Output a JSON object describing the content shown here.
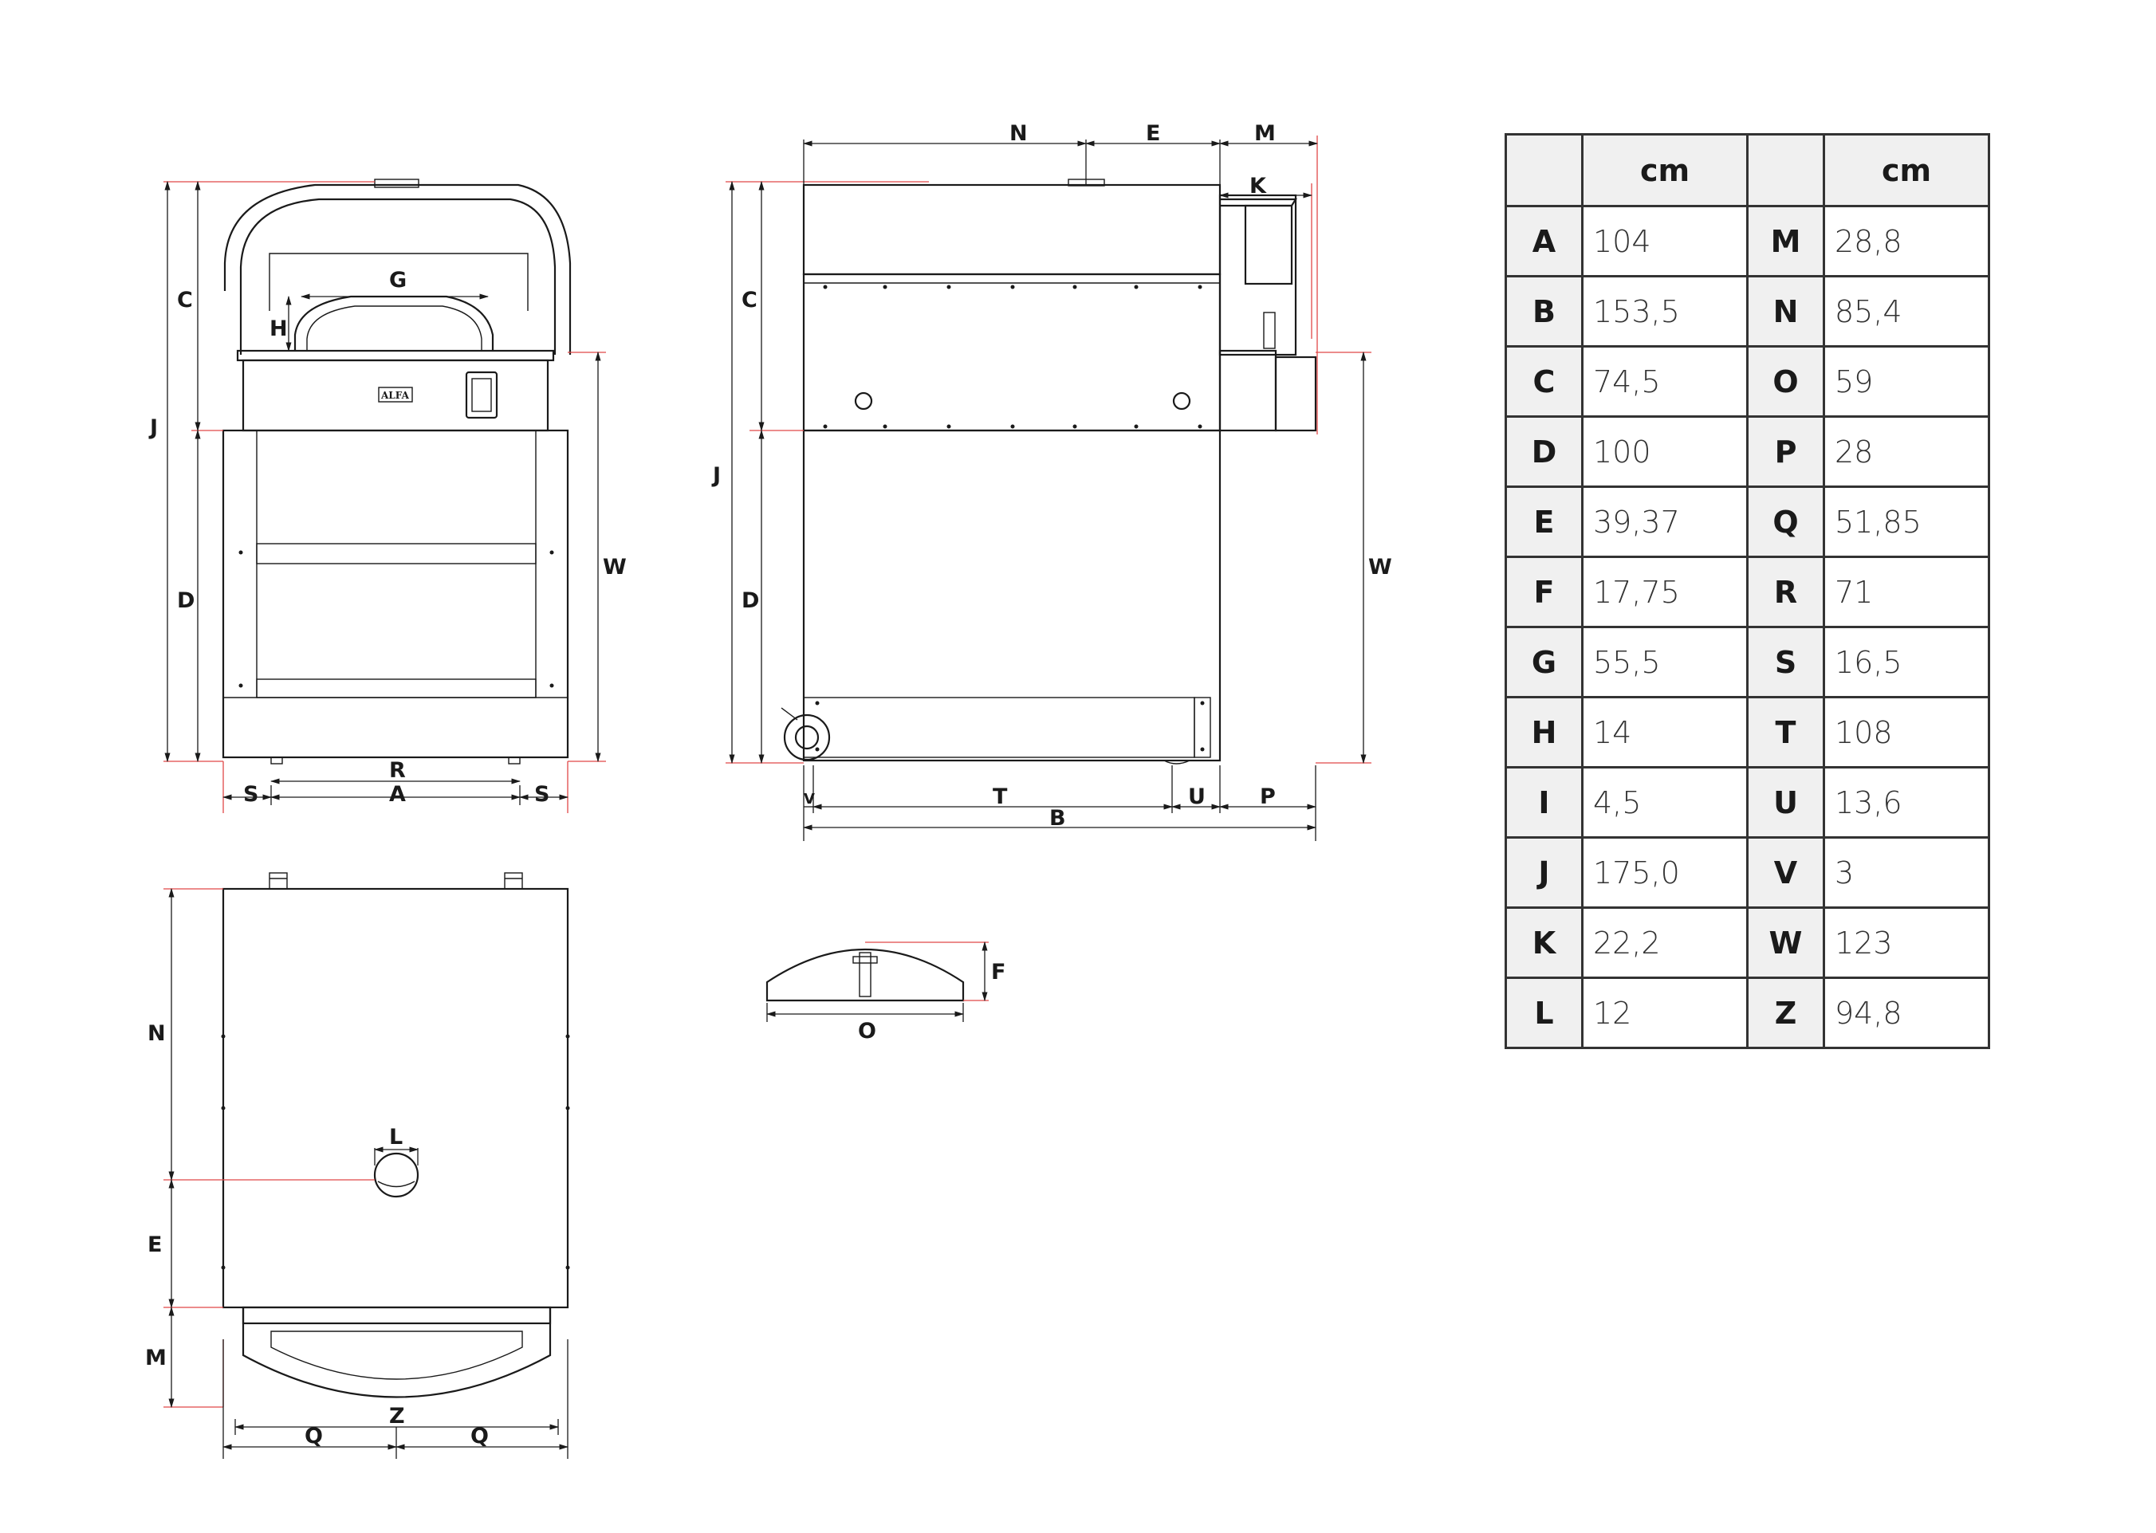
{
  "labels": {
    "A": "A",
    "B": "B",
    "C": "C",
    "D": "D",
    "E": "E",
    "F": "F",
    "G": "G",
    "H": "H",
    "J": "J",
    "K": "K",
    "L": "L",
    "M": "M",
    "N": "N",
    "O": "O",
    "P": "P",
    "Q": "Q",
    "R": "R",
    "S": "S",
    "T": "T",
    "U": "U",
    "V": "V",
    "W": "W",
    "Z": "Z"
  },
  "logo_text": "ALFA",
  "table": {
    "unit": "cm",
    "rows": [
      {
        "k1": "A",
        "v1": "104",
        "k2": "M",
        "v2": "28,8"
      },
      {
        "k1": "B",
        "v1": "153,5",
        "k2": "N",
        "v2": "85,4"
      },
      {
        "k1": "C",
        "v1": "74,5",
        "k2": "O",
        "v2": "59"
      },
      {
        "k1": "D",
        "v1": "100",
        "k2": "P",
        "v2": "28"
      },
      {
        "k1": "E",
        "v1": "39,37",
        "k2": "Q",
        "v2": "51,85"
      },
      {
        "k1": "F",
        "v1": "17,75",
        "k2": "R",
        "v2": "71"
      },
      {
        "k1": "G",
        "v1": "55,5",
        "k2": "S",
        "v2": "16,5"
      },
      {
        "k1": "H",
        "v1": "14",
        "k2": "T",
        "v2": "108"
      },
      {
        "k1": "I",
        "v1": "4,5",
        "k2": "U",
        "v2": "13,6"
      },
      {
        "k1": "J",
        "v1": "175,0",
        "k2": "V",
        "v2": "3"
      },
      {
        "k1": "K",
        "v1": "22,2",
        "k2": "W",
        "v2": "123"
      },
      {
        "k1": "L",
        "v1": "12",
        "k2": "Z",
        "v2": "94,8"
      }
    ]
  }
}
